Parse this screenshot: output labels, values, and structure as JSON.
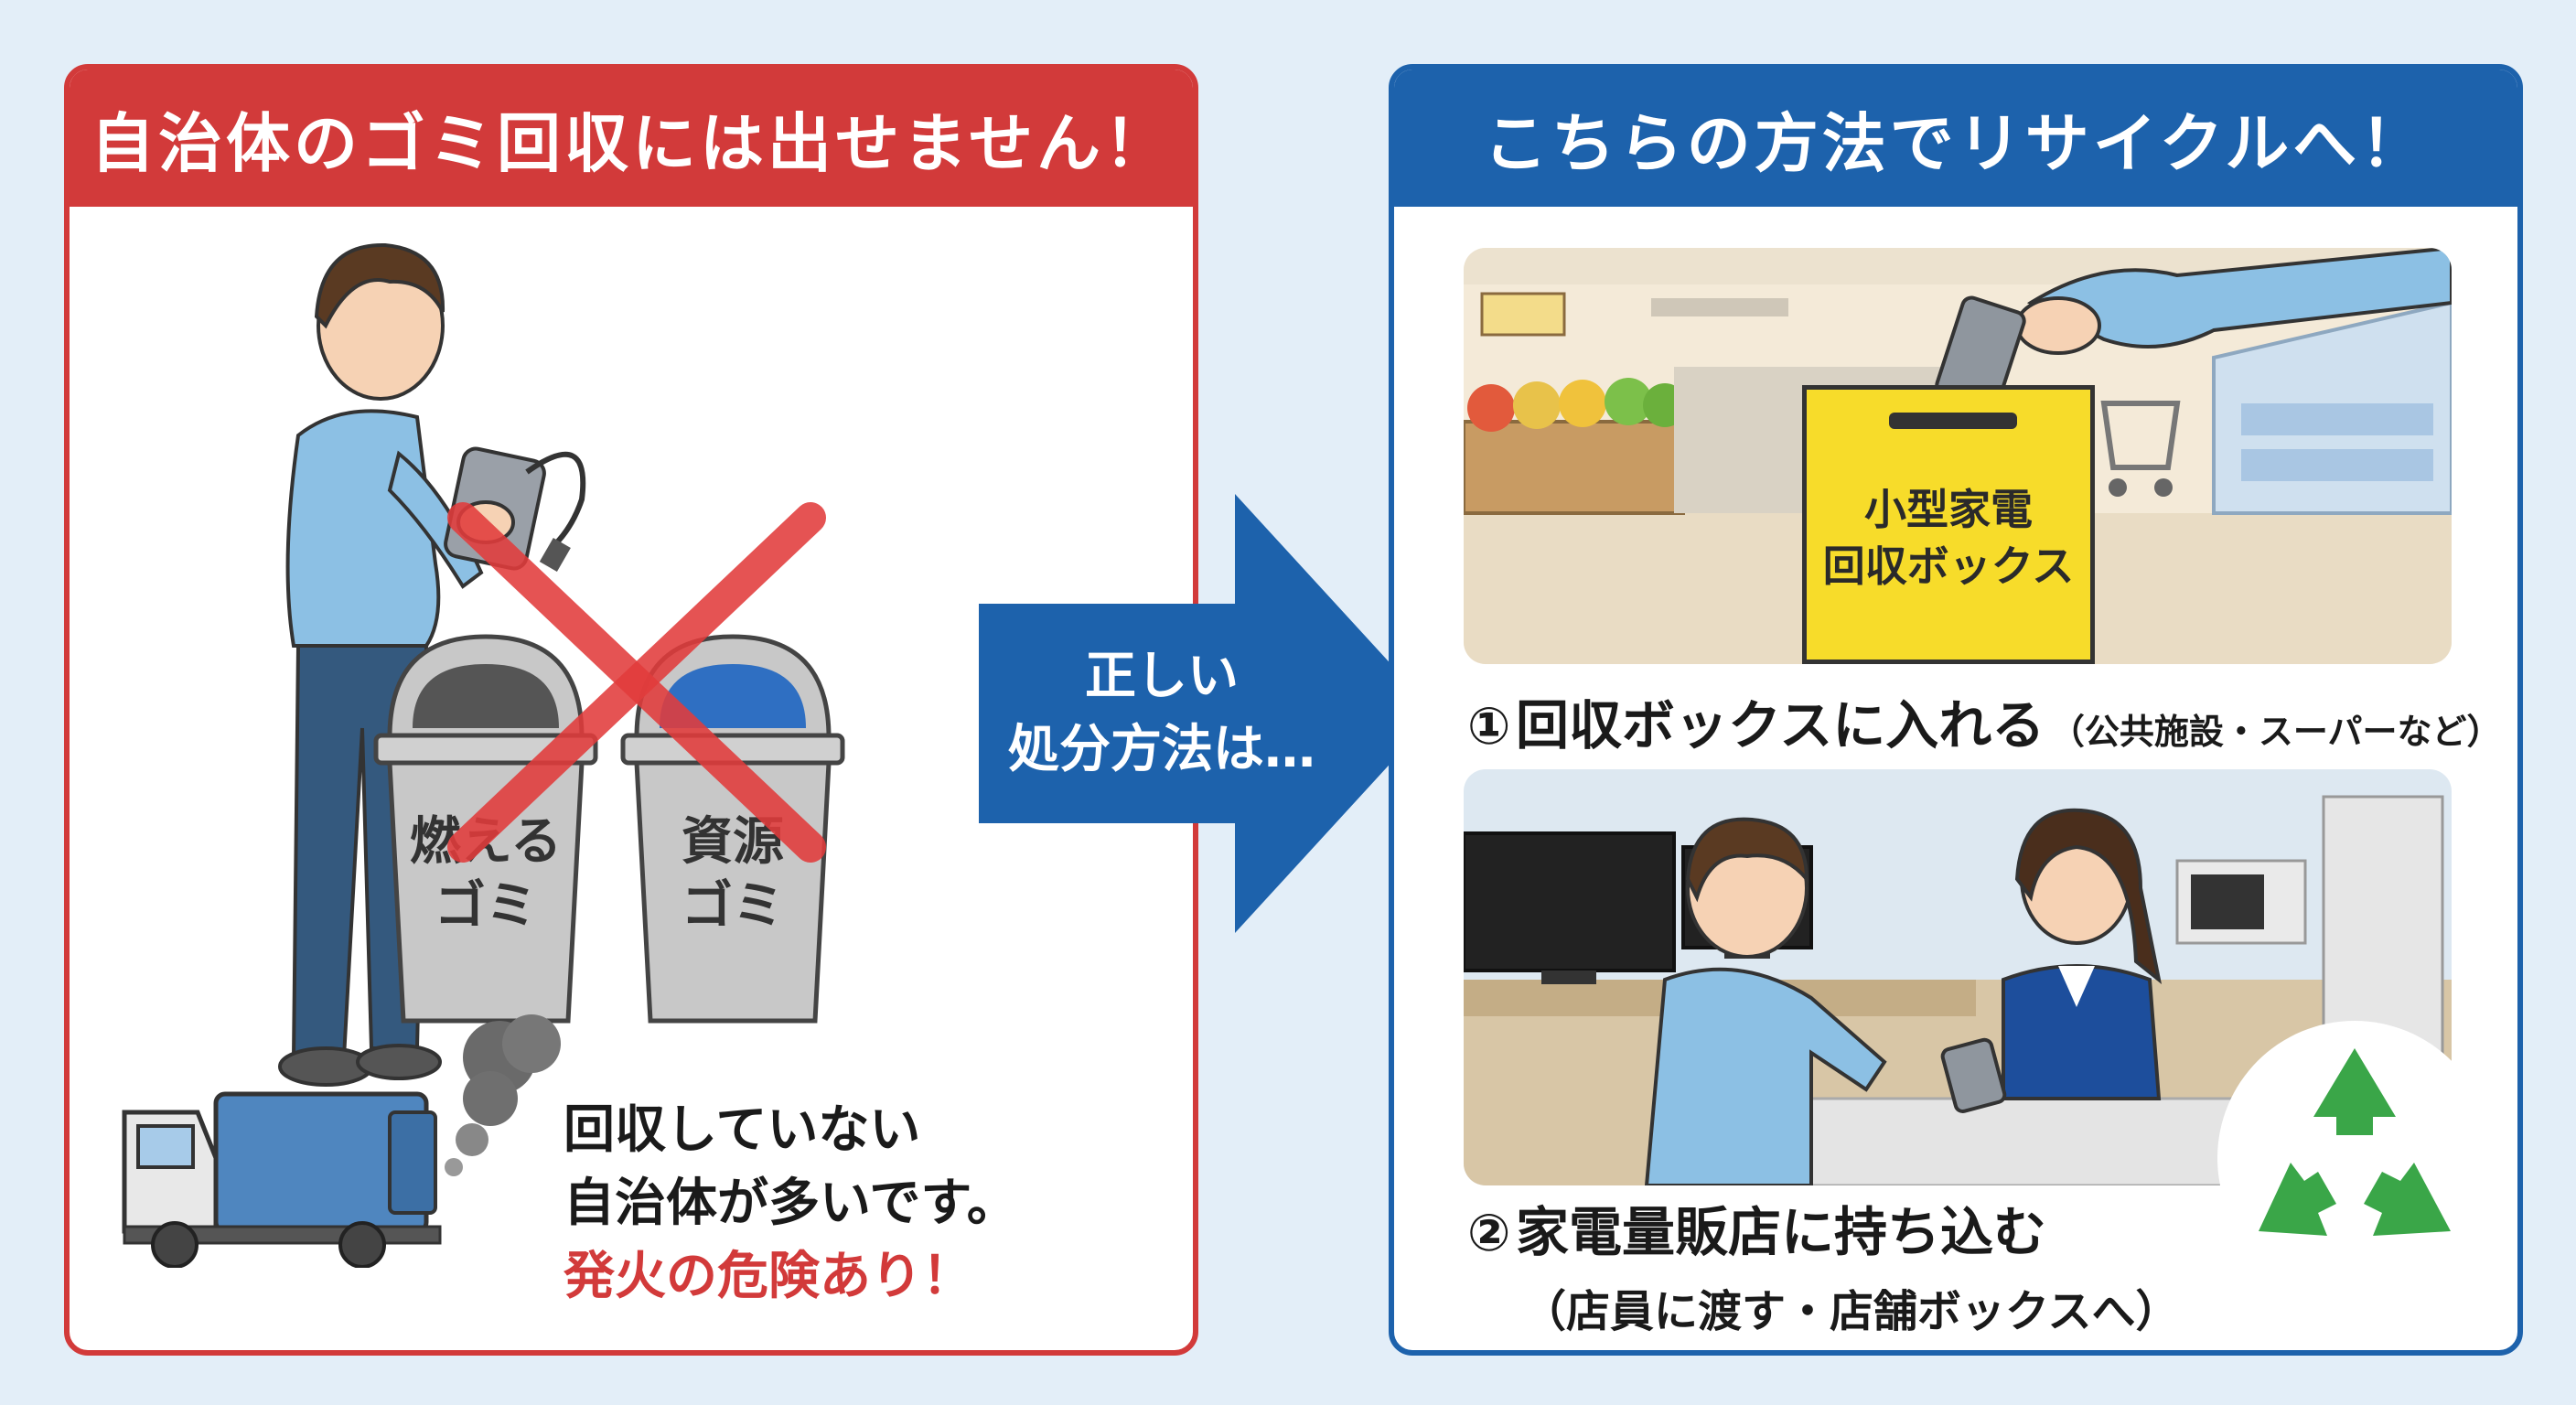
{
  "left_panel": {
    "title": "自治体のゴミ回収には出せません！",
    "bins": [
      {
        "label_line1": "燃える",
        "label_line2": "ゴミ",
        "lid_color": "#555555"
      },
      {
        "label_line1": "資源",
        "label_line2": "ゴミ",
        "lid_color": "#2f6fc2"
      }
    ],
    "warning_line1": "回収していない",
    "warning_line2": "自治体が多いです。",
    "danger_text": "発火の危険あり！"
  },
  "arrow": {
    "line1": "正しい",
    "line2": "処分方法は…"
  },
  "right_panel": {
    "title": "こちらの方法でリサイクルへ！",
    "box_label_line1": "小型家電",
    "box_label_line2": "回収ボックス",
    "step1": {
      "number": "①",
      "text": "回収ボックスに入れる",
      "note": "（公共施設・スーパーなど）"
    },
    "step2": {
      "number": "②",
      "text": "家電量販店に持ち込む",
      "note": "（店員に渡す・店舗ボックスへ）"
    }
  },
  "colors": {
    "danger_red": "#d23a3a",
    "primary_blue": "#1d62ac",
    "box_yellow": "#f7dc2a",
    "recycle_green": "#3aa648"
  },
  "icons": [
    "person-icon",
    "power-bank-icon",
    "cross-mark-icon",
    "trash-bin-icon",
    "garbage-truck-icon",
    "smoke-icon",
    "hand-icon",
    "shopping-cart-icon",
    "tv-icon",
    "recycle-icon"
  ]
}
